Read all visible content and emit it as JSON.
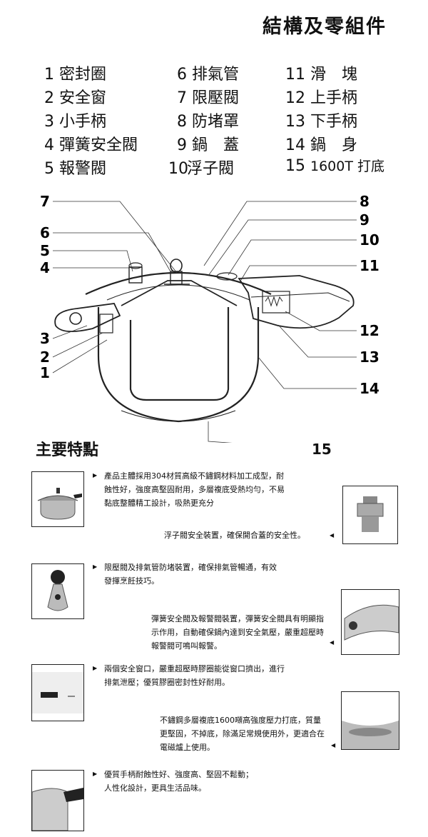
{
  "page_title": "結構及零組件",
  "parts": [
    {
      "num": "1",
      "name": "密封圈"
    },
    {
      "num": "2",
      "name": "安全窗"
    },
    {
      "num": "3",
      "name": "小手柄"
    },
    {
      "num": "4",
      "name": "彈簧安全閥"
    },
    {
      "num": "5",
      "name": "報警閥"
    },
    {
      "num": "6",
      "name": "排氣管"
    },
    {
      "num": "7",
      "name": "限壓閥"
    },
    {
      "num": "8",
      "name": "防堵罩"
    },
    {
      "num": "9",
      "name": "鍋　蓋"
    },
    {
      "num": "10",
      "name": "浮子閥"
    },
    {
      "num": "11",
      "name": "滑　塊"
    },
    {
      "num": "12",
      "name": "上手柄"
    },
    {
      "num": "13",
      "name": "下手柄"
    },
    {
      "num": "14",
      "name": "鍋　身"
    },
    {
      "num": "15",
      "name": "1600T 打底"
    }
  ],
  "features_title": "主要特點",
  "features": [
    {
      "left": "產品主體採用304材質高級不鏽鋼材料加工成型，耐蝕性好，強度高堅固耐用，多層複底受熱均勻，不易黏底整體精工設計，吸熱更充分",
      "right": "浮子閥安全裝置，確保開合蓋的安全性。"
    },
    {
      "left": "限壓閥及排氣管防堵裝置，確保排氣管暢通，有效發揮烹飪技巧。",
      "right": "彈簧安全閥及報警閥裝置，彈簧安全閥具有明顯指示作用，自動確保鍋內達到安全氣壓，嚴重超壓時報警閥可鳴叫報警。"
    },
    {
      "left": "兩個安全窗口，嚴重超壓時膠圈能從窗口擠出，進行排氣泄壓；優質膠圈密封性好耐用。",
      "right": "不鏽鋼多層複底1600噸高強度壓力打底，質量更堅固，不掉底，除滿足常規使用外，更適合在電磁爐上使用。"
    },
    {
      "left": "優質手柄耐蝕性好、強度高、堅固不鬆動；人性化設計，更具生活品味。",
      "right": ""
    }
  ]
}
